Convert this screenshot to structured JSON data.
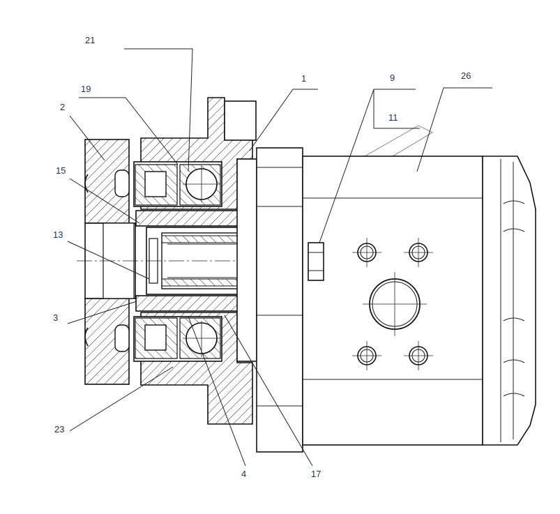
{
  "callouts": [
    {
      "id": "21",
      "label": "21"
    },
    {
      "id": "19",
      "label": "19"
    },
    {
      "id": "2",
      "label": "2"
    },
    {
      "id": "15",
      "label": "15"
    },
    {
      "id": "13",
      "label": "13"
    },
    {
      "id": "3",
      "label": "3"
    },
    {
      "id": "23",
      "label": "23"
    },
    {
      "id": "1",
      "label": "1"
    },
    {
      "id": "9",
      "label": "9"
    },
    {
      "id": "11",
      "label": "11"
    },
    {
      "id": "26",
      "label": "26"
    },
    {
      "id": "4",
      "label": "4"
    },
    {
      "id": "17",
      "label": "17"
    }
  ],
  "colors": {
    "line": "#111111",
    "label": "#1a2f5a",
    "watermark": "#9a9a9a"
  }
}
